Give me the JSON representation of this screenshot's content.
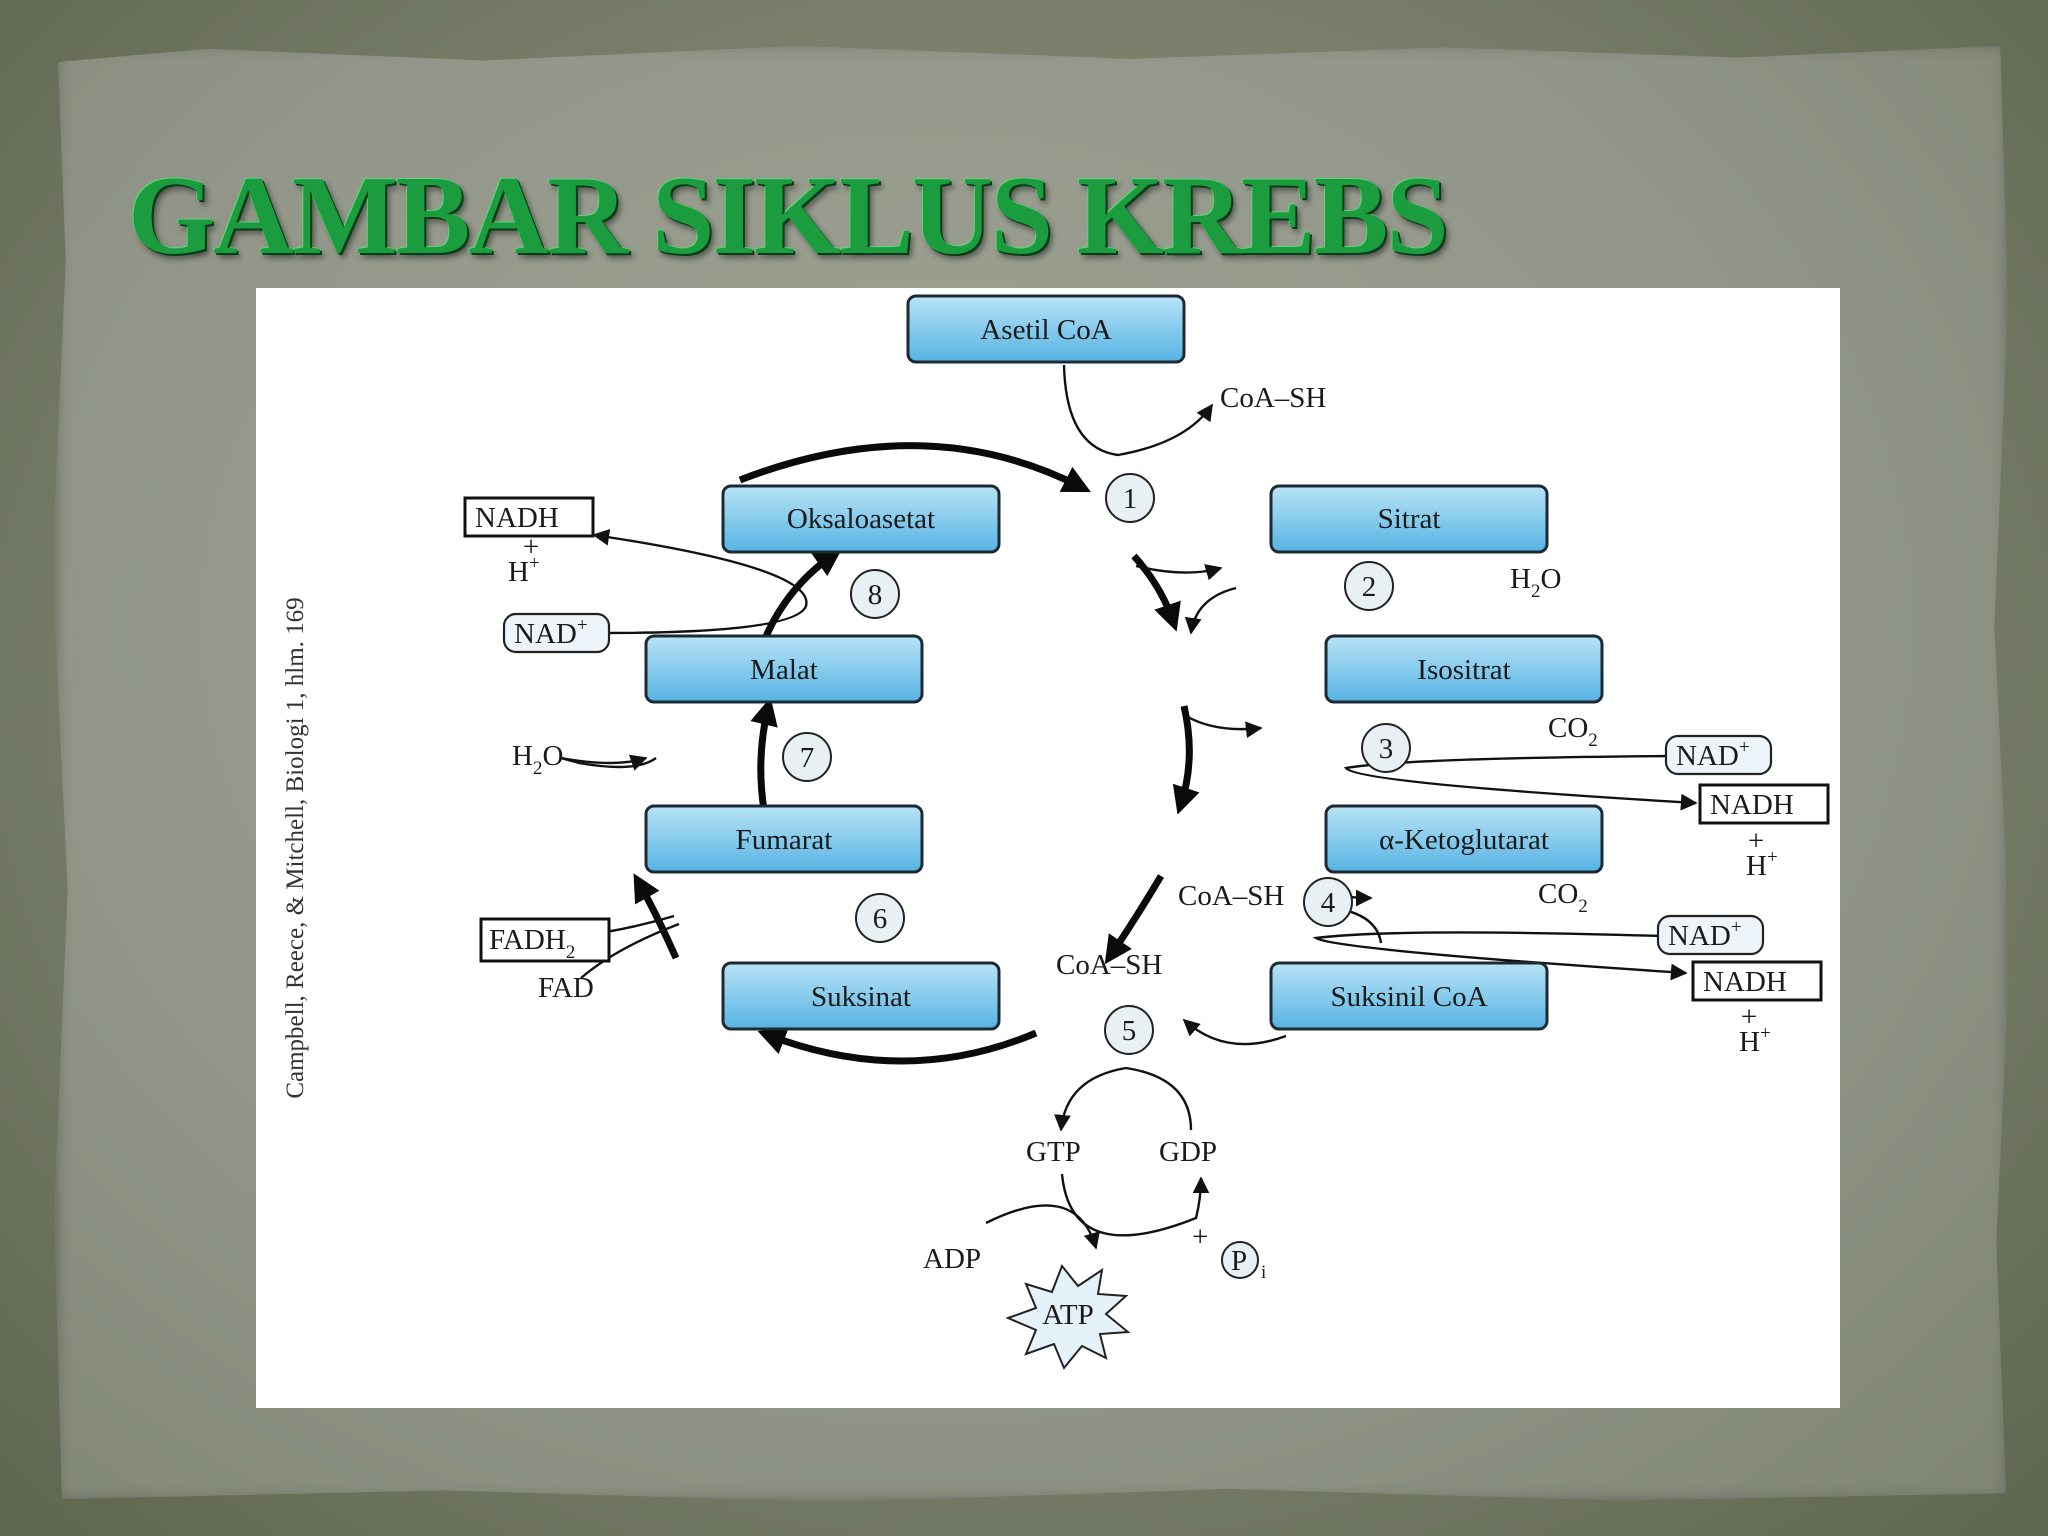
{
  "slide": {
    "title": "GAMBAR SIKLUS KREBS",
    "citation": "Campbell, Reece, & Mitchell, Biologi 1, hlm. 169"
  },
  "colors": {
    "title": "#1b9c3e",
    "box_top": "#a9dcf3",
    "box_bottom": "#5fb9e6",
    "paper": "#92978a"
  },
  "diagram": {
    "compounds": {
      "asetil_coa": "Asetil CoA",
      "sitrat": "Sitrat",
      "isositrat": "Isositrat",
      "ketoglutarat": "α-Ketoglutarat",
      "suksinil_coa": "Suksinil CoA",
      "suksinat": "Suksinat",
      "fumarat": "Fumarat",
      "malat": "Malat",
      "oksaloasetat": "Oksaloasetat"
    },
    "steps": [
      "1",
      "2",
      "3",
      "4",
      "5",
      "6",
      "7",
      "8"
    ],
    "molecules": {
      "coa_sh": "CoA–SH",
      "h": "H",
      "o": "O",
      "two": "2",
      "co": "CO",
      "nad": "NAD",
      "plus_sup": "+",
      "nadh": "NADH",
      "plus": "+",
      "fadh": "FADH",
      "fad": "FAD",
      "gtp": "GTP",
      "gdp": "GDP",
      "adp": "ADP",
      "atp": "ATP",
      "p": "P",
      "i": "i"
    }
  }
}
